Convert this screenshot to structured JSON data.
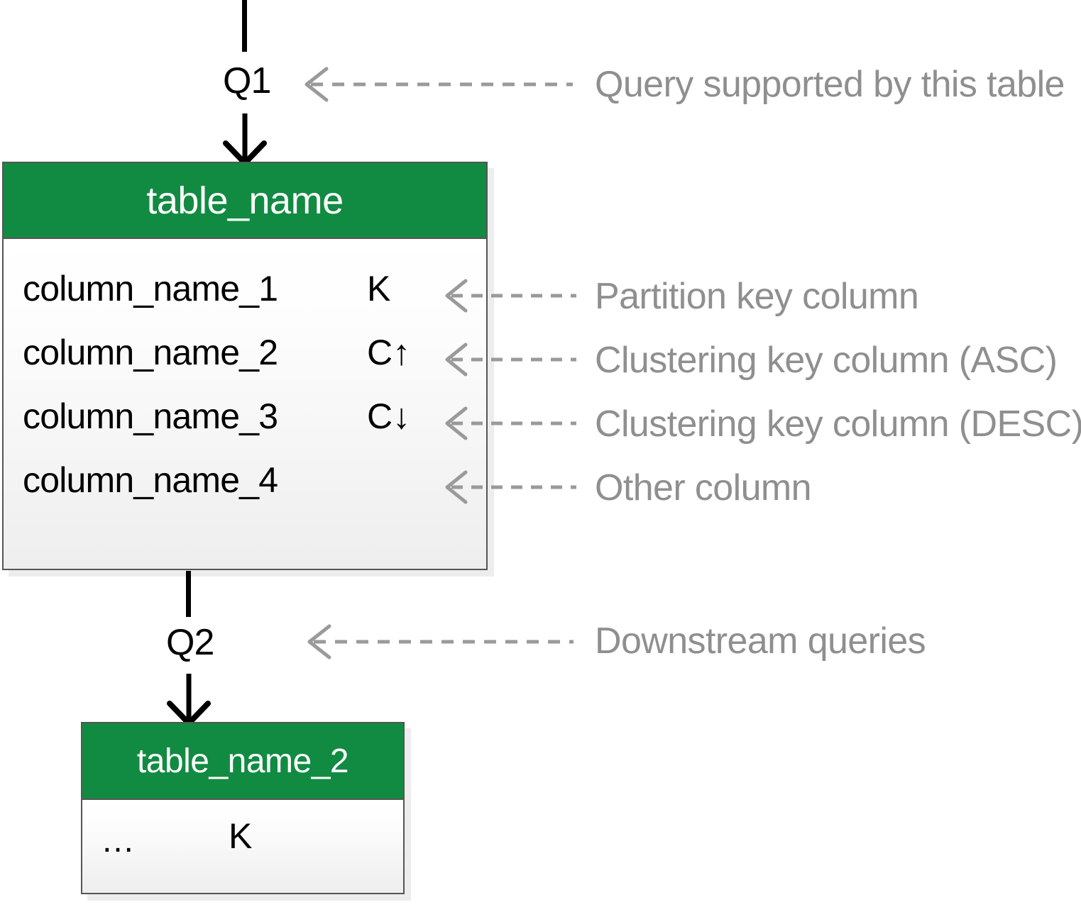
{
  "diagram": {
    "title_semantic": "cassandra-chebotko-table-notation-legend",
    "colors": {
      "header_green": "#128b42",
      "box_border": "#555555",
      "annotation_gray": "#8f8f8f",
      "text_black": "#000000",
      "background": "#ffffff"
    },
    "incoming_query": {
      "label": "Q1"
    },
    "downstream_query": {
      "label": "Q2"
    },
    "main_table": {
      "name": "table_name",
      "rows": [
        {
          "column": "column_name_1",
          "key": "K",
          "arrow": ""
        },
        {
          "column": "column_name_2",
          "key": "C",
          "arrow": "↑"
        },
        {
          "column": "column_name_3",
          "key": "C",
          "arrow": "↓"
        },
        {
          "column": "column_name_4",
          "key": "",
          "arrow": ""
        }
      ]
    },
    "second_table": {
      "name": "table_name_2",
      "rows": [
        {
          "column": "…",
          "key": "K",
          "arrow": ""
        }
      ]
    },
    "annotations": [
      {
        "id": "query-supported",
        "text": "Query supported by this table"
      },
      {
        "id": "partition-key",
        "text": "Partition key column"
      },
      {
        "id": "clustering-asc",
        "text": "Clustering key column (ASC)"
      },
      {
        "id": "clustering-desc",
        "text": "Clustering key column (DESC)"
      },
      {
        "id": "other-column",
        "text": "Other column"
      },
      {
        "id": "downstream-queries",
        "text": "Downstream queries"
      }
    ]
  }
}
